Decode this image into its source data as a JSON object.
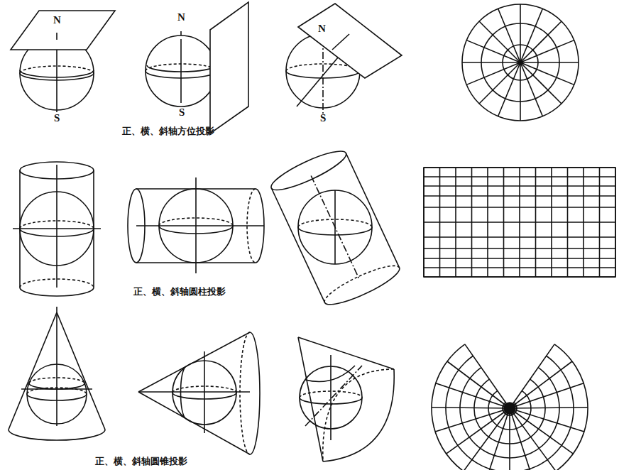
{
  "diagram": {
    "labels": [
      "N",
      "S",
      "N",
      "S",
      "N",
      "S",
      "正、横、斜轴方位投影",
      "正、横、斜轴圆柱投影",
      "正、横、斜轴圆锥投影"
    ]
  }
}
